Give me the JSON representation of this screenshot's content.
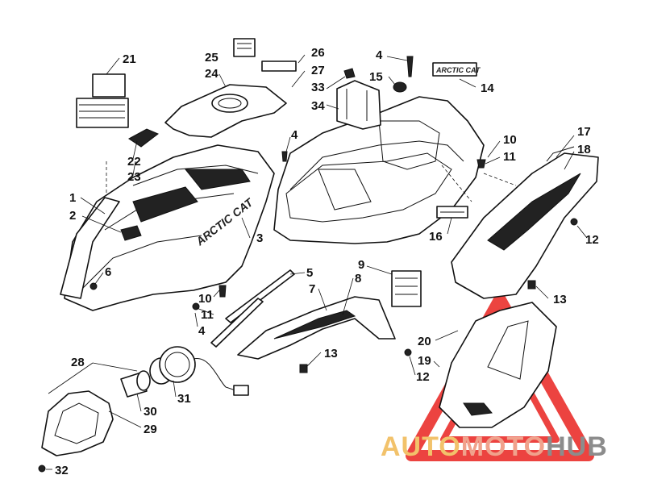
{
  "diagram": {
    "labels": [
      "1",
      "2",
      "3",
      "4",
      "5",
      "6",
      "7",
      "8",
      "9",
      "10",
      "11",
      "12",
      "13",
      "14",
      "15",
      "16",
      "17",
      "18",
      "19",
      "20",
      "21",
      "22",
      "23",
      "24",
      "25",
      "26",
      "27",
      "28",
      "29",
      "30",
      "31",
      "32",
      "33",
      "34"
    ],
    "brand_text": "ARCTIC CAT",
    "decal_text": "ARCTIC CAT"
  },
  "watermark": {
    "part1": "AUTO",
    "part2": "MOTO",
    "part3": "HUB",
    "colors": {
      "part1": "#f2c26b",
      "part2": "#f0a28c",
      "part3": "#8c8c8c",
      "triangle": "#e9231f"
    }
  }
}
